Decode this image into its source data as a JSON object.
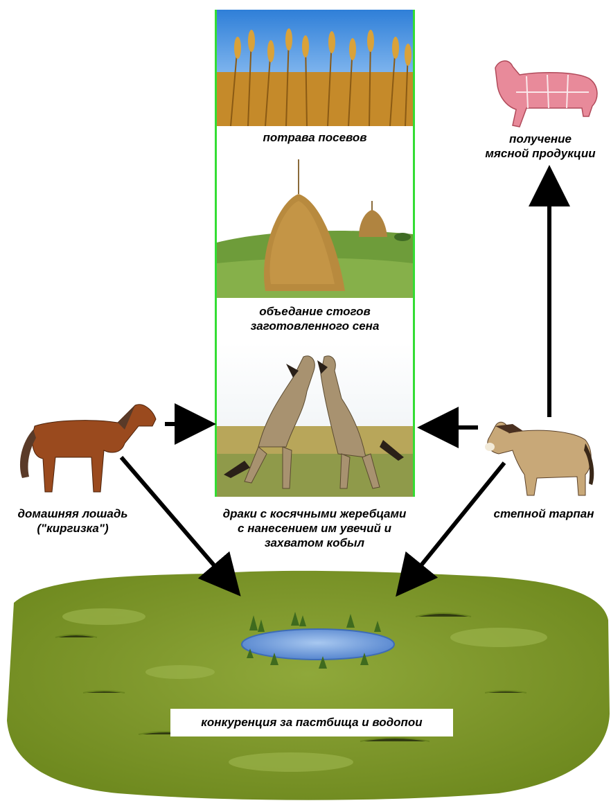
{
  "panel": {
    "wheat_caption": "потрава посевов",
    "hay_caption_line1": "объедание стогов",
    "hay_caption_line2": "заготовленного сена",
    "fight_caption_line1": "драки с косячными жеребцами",
    "fight_caption_line2": "с нанесением им увечий и",
    "fight_caption_line3": "захватом кобыл"
  },
  "left": {
    "label_line1": "домашняя лошадь",
    "label_line2": "(\"киргизка\")"
  },
  "right": {
    "label": "степной тарпан",
    "meat_line1": "получение",
    "meat_line2": "мясной продукции"
  },
  "pasture": {
    "label": "конкуренция за пастбища и водопои"
  },
  "colors": {
    "frame_green": "#33dd33",
    "grass": "#7f9a2a",
    "water": "#5b8fd6"
  }
}
